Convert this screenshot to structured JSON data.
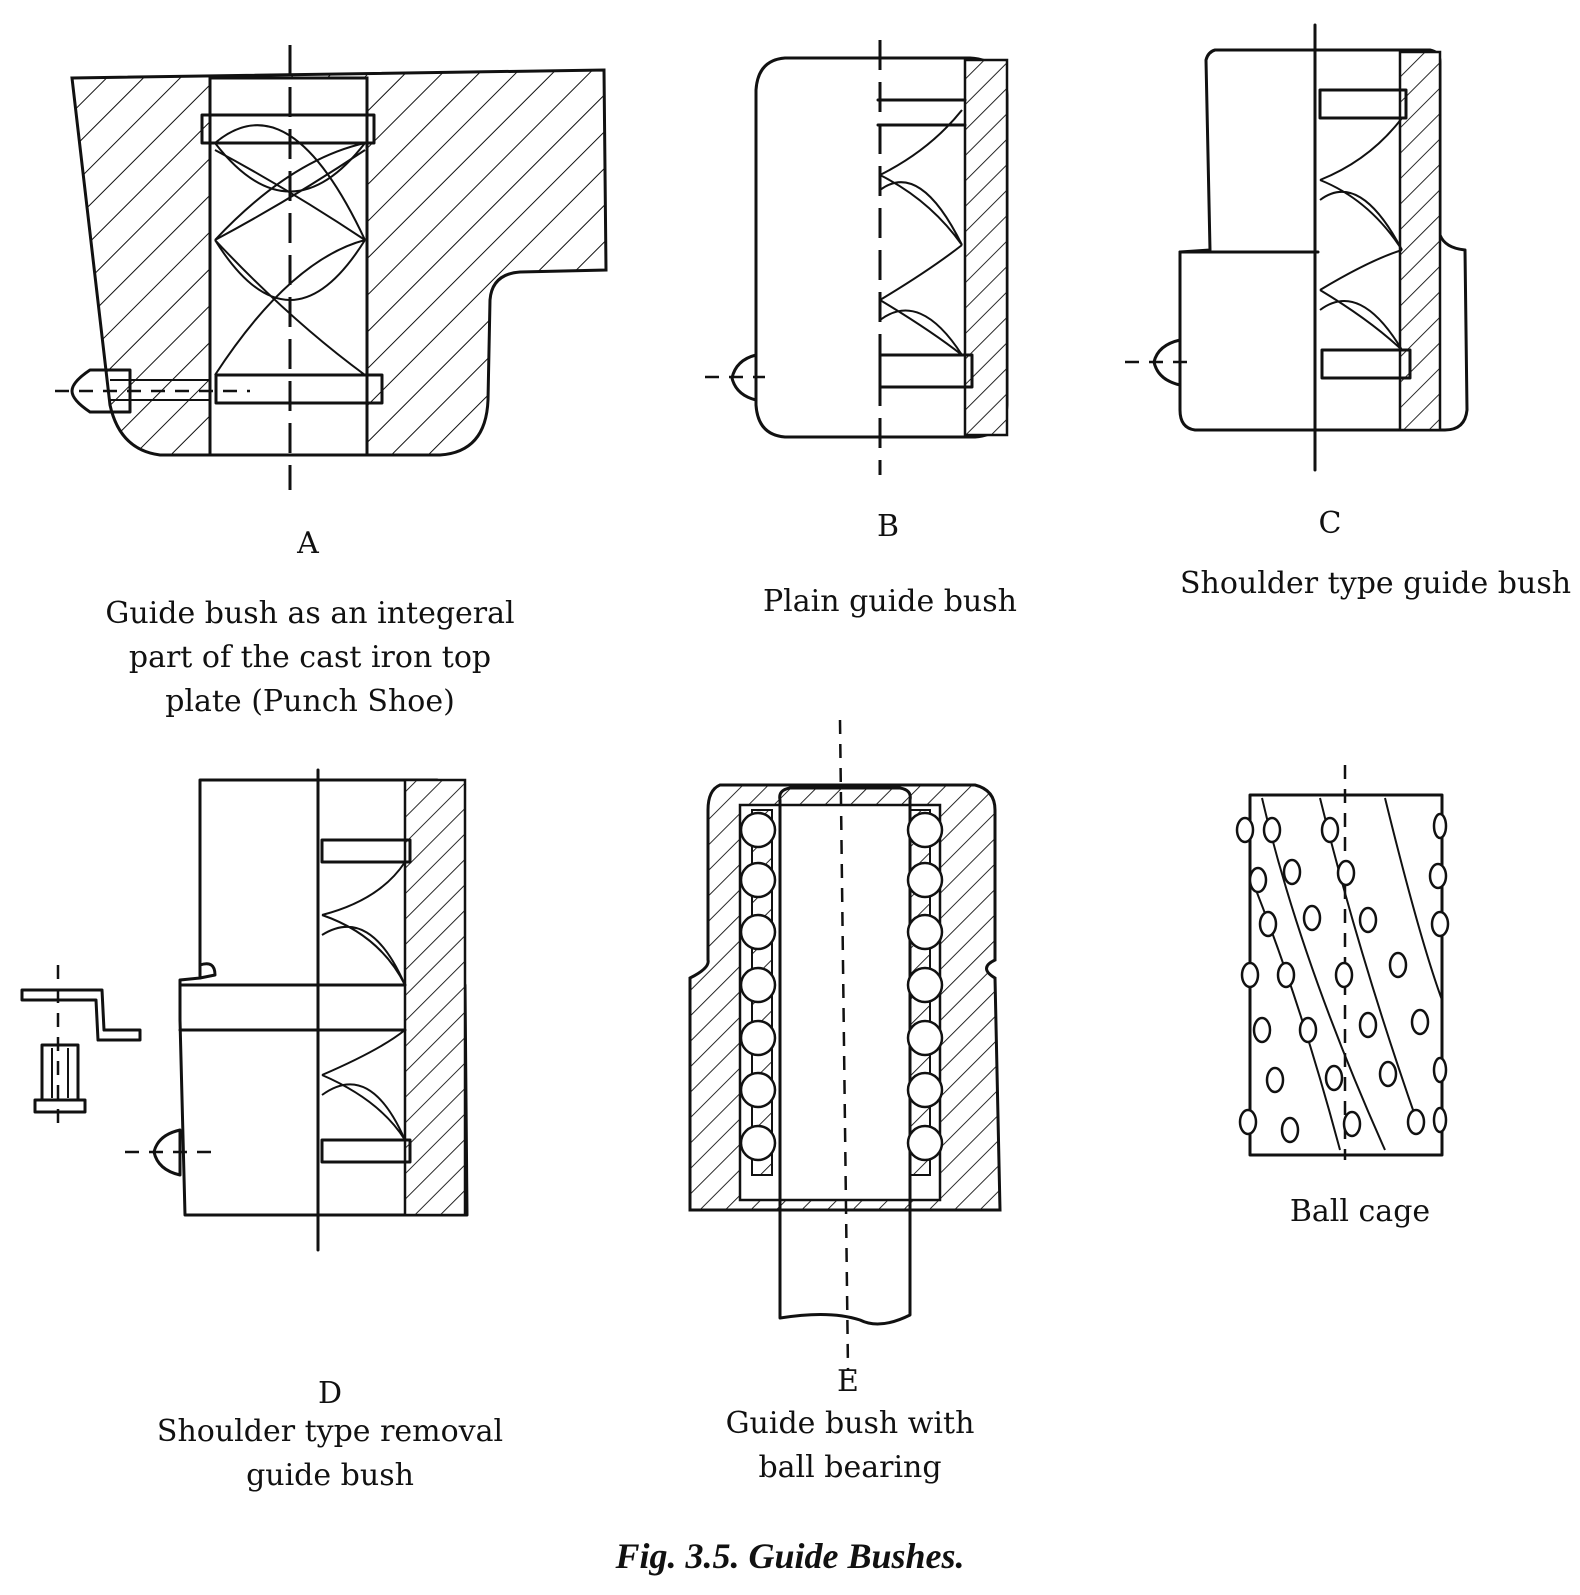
{
  "figure": {
    "caption": "Fig. 3.5. Guide Bushes."
  },
  "panels": [
    {
      "letter": "A",
      "caption_lines": [
        "Guide bush as an integeral",
        "part of the cast iron top",
        "plate (Punch Shoe)"
      ]
    },
    {
      "letter": "B",
      "caption_lines": [
        "Plain guide bush"
      ]
    },
    {
      "letter": "C",
      "caption_lines": [
        "Shoulder type guide bush"
      ]
    },
    {
      "letter": "D",
      "caption_lines": [
        "Shoulder type removal",
        "guide bush"
      ]
    },
    {
      "letter": "E",
      "caption_lines": [
        "Guide bush with",
        "ball bearing"
      ]
    },
    {
      "letter": "",
      "caption_lines": [
        "Ball cage"
      ]
    }
  ]
}
